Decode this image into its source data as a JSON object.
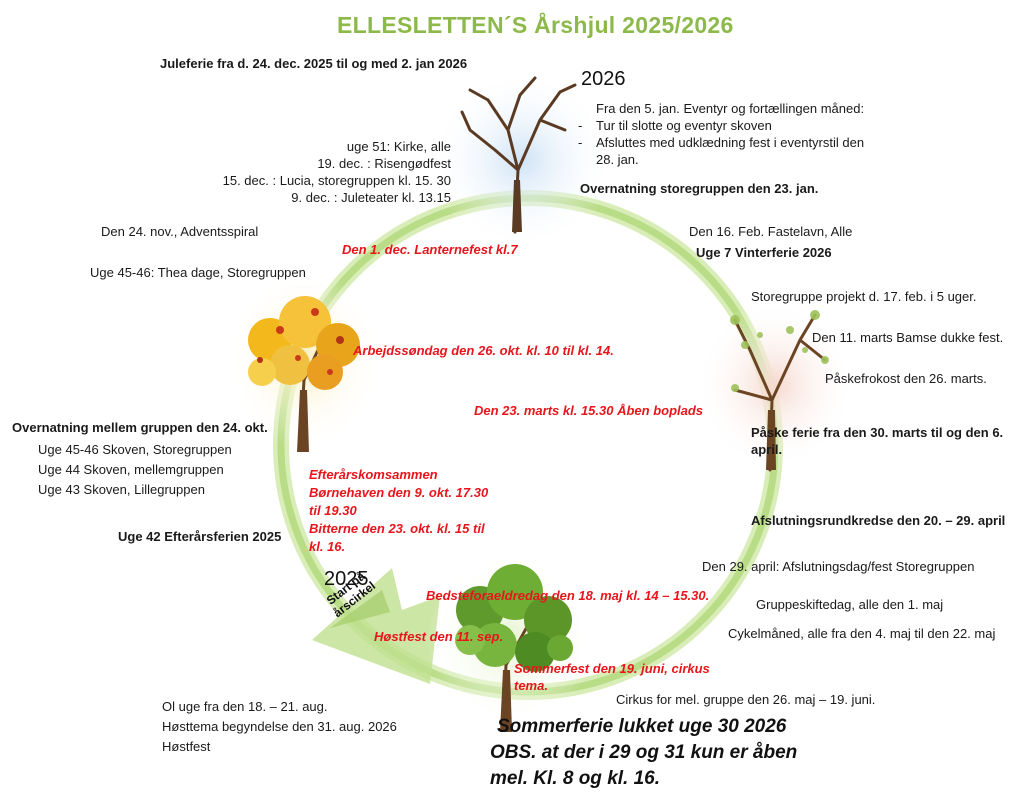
{
  "title": "ELLESLETTEN´S Årshjul  2025/2026",
  "years": {
    "top": "2026",
    "bottom": "2025"
  },
  "start_label": [
    "Start på",
    "årscirkel"
  ],
  "top": {
    "juleferie": "Juleferie fra d. 24. dec. 2025 til og med  2. jan 2026",
    "left_items": [
      "uge 51: Kirke, alle",
      "19. dec. : Risengødfest",
      "15. dec. : Lucia, storegruppen kl. 15. 30",
      "9. dec. : Juleteater kl. 13.15"
    ],
    "jan": [
      "Fra den 5. jan. Eventyr og fortællingen måned:",
      "Tur til slotte og eventyr skoven",
      "Afsluttes med udklædning fest i eventyrstil den",
      "28. jan."
    ],
    "bullets": [
      "-",
      "-"
    ],
    "overnatning_store": "Overnatning storegruppen den 23. jan."
  },
  "left": {
    "advent": "Den 24. nov.,  Adventsspiral",
    "thea": "Uge 45-46: Thea dage, Storegruppen",
    "overnatning_mellem": "Overnatning mellem gruppen den 24. okt.",
    "skoven": [
      "Uge 45-46 Skoven, Storegruppen",
      "Uge 44 Skoven, mellemgruppen",
      "Uge 43 Skoven, Lillegruppen"
    ],
    "efterarsferie": "Uge 42 Efterårsferien 2025",
    "ol": [
      "Ol uge fra den 18. – 21. aug.",
      "Høsttema begyndelse den 31. aug. 2026",
      "Høstfest"
    ]
  },
  "right": {
    "fastelavn": "Den 16. Feb.  Fastelavn, Alle",
    "vinterferie": "Uge 7 Vinterferie 2026",
    "projekt": "Storegruppe projekt d. 17. feb. i 5 uger.",
    "bamse": "Den 11. marts Bamse dukke fest.",
    "paaskefrokost": "Påskefrokost den 26. marts.",
    "paaskeferie": [
      "Påske ferie fra den 30. marts til og den 6.",
      "april."
    ],
    "rundkredse": "Afslutningsrundkredse den 20. – 29. april",
    "afslutningsdag": "Den 29. april: Afslutningsdag/fest Storegruppen",
    "gruppeskifte": "Gruppeskiftedag, alle den 1. maj",
    "cykel": "Cykelmåned, alle fra den 4. maj til den 22. maj",
    "cirkus": "Cirkus for mel. gruppe den 26. maj – 19. juni."
  },
  "red_events": {
    "lanterne": "Den 1. dec.  Lanternefest kl.7",
    "arbejdssondag": "Arbejdssøndag den 26. okt. kl. 10 til kl. 14.",
    "aaben_boplads": "Den 23. marts kl. 15.30 Åben boplads",
    "efterars_komsammen": [
      "Efterårskomsammen",
      "Børnehaven den 9. okt. 17.30",
      "til 19.30"
    ],
    "bitterne": [
      "Bitterne den 23. okt. kl. 15 til",
      "kl. 16."
    ],
    "bedsteforaeldre": "Bedsteforaeldredag den 18. maj kl. 14 – 15.30.",
    "hostfest": "Høstfest den 11. sep.",
    "sommerfest": [
      "Sommerfest den 19. juni, cirkus",
      "tema."
    ]
  },
  "bottom": [
    "Sommerferie lukket uge 30 2026",
    "OBS. at der i 29 og 31 kun er åben",
    "mel. Kl. 8 og kl. 16."
  ],
  "colors": {
    "title": "#8db84a",
    "red": "#e8151c",
    "circle": "#c8e39a",
    "trunk": "#6b4423"
  },
  "icons": [
    "winter-tree-icon",
    "spring-tree-icon",
    "summer-tree-icon",
    "autumn-tree-icon"
  ]
}
